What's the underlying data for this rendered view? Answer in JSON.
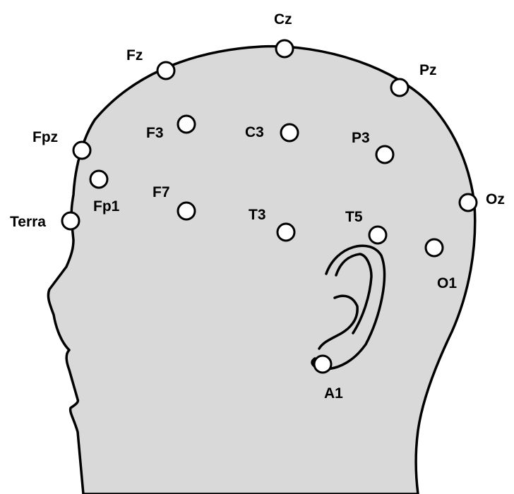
{
  "colors": {
    "head_fill": "#d9d9d9",
    "outline": "#000000",
    "electrode_fill": "#ffffff",
    "background": "#ffffff"
  },
  "electrodes": {
    "cz": "Cz",
    "fz": "Fz",
    "pz": "Pz",
    "fpz": "Fpz",
    "f3": "F3",
    "c3": "C3",
    "p3": "P3",
    "fp1": "Fp1",
    "f7": "F7",
    "terra": "Terra",
    "oz": "Oz",
    "t3": "T3",
    "t5": "T5",
    "o1": "O1",
    "a1": "A1"
  }
}
